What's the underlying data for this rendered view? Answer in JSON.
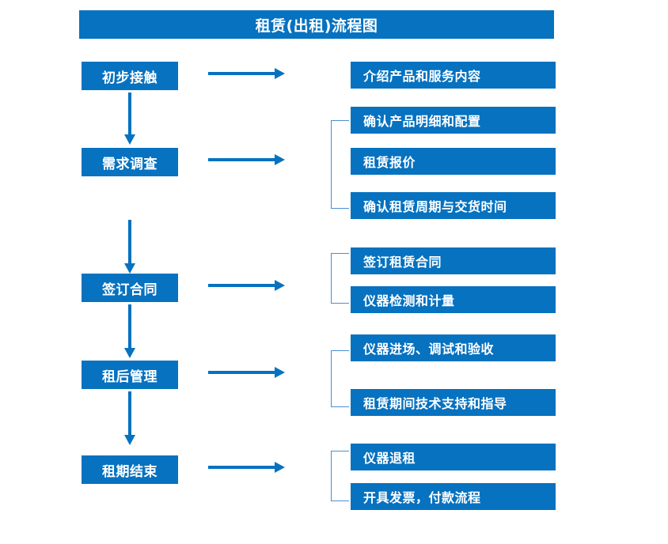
{
  "diagram": {
    "title": "租赁(出租)流程图",
    "accent_color": "#0672c0",
    "bracket_color": "#4a8fd0",
    "background_color": "#ffffff",
    "stages": [
      {
        "label": "初步接触",
        "tasks": [
          "介绍产品和服务内容"
        ]
      },
      {
        "label": "需求调查",
        "tasks": [
          "确认产品明细和配置",
          "租赁报价",
          "确认租赁周期与交货时间"
        ]
      },
      {
        "label": "签订合同",
        "tasks": [
          "签订租赁合同",
          "仪器检测和计量"
        ]
      },
      {
        "label": "租后管理",
        "tasks": [
          "仪器进场、调试和验收",
          "租赁期间技术支持和指导"
        ]
      },
      {
        "label": "租期结束",
        "tasks": [
          "仪器退租",
          "开具发票，付款流程"
        ]
      }
    ],
    "connectors": {
      "horizontal_arrow_icon": "arrow-right-icon",
      "vertical_arrow_icon": "arrow-down-icon",
      "bracket_icon": "bracket-group-icon"
    }
  }
}
